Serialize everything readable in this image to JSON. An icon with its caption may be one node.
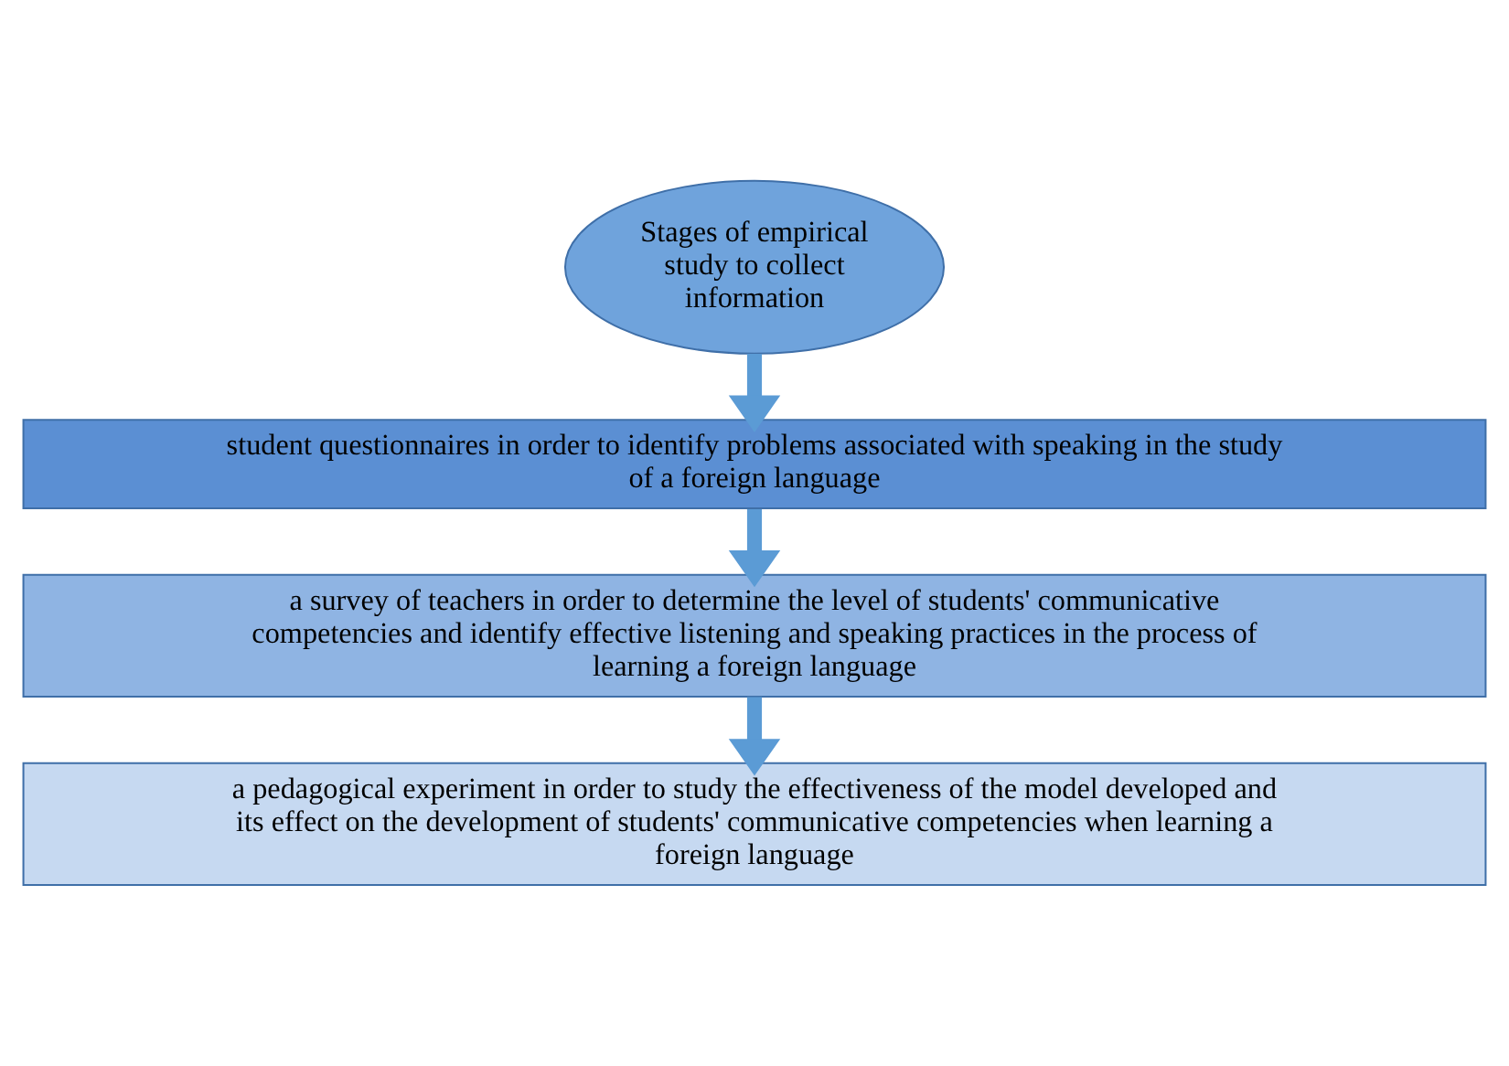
{
  "diagram": {
    "nodes": [
      {
        "text": [
          "Stages of empirical study to collect information"
        ]
      },
      {
        "text": [
          "student questionnaires in order to identify problems associated with speaking in the study of a foreign language"
        ]
      },
      {
        "text": [
          "a survey of teachers in order to determine the level of students' communicative competencies and identify effective listening and speaking practices in the process of learning a foreign language"
        ]
      },
      {
        "text": [
          "a pedagogical experiment in order to study the effectiveness of the model developed and its effect on the development of students' communicative competencies when learning a foreign language"
        ]
      }
    ],
    "edges": [
      {
        "from": 0,
        "to": 1,
        "arrow": "to"
      },
      {
        "from": 1,
        "to": 2,
        "arrow": "to"
      },
      {
        "from": 2,
        "to": 3,
        "arrow": "to"
      }
    ]
  }
}
